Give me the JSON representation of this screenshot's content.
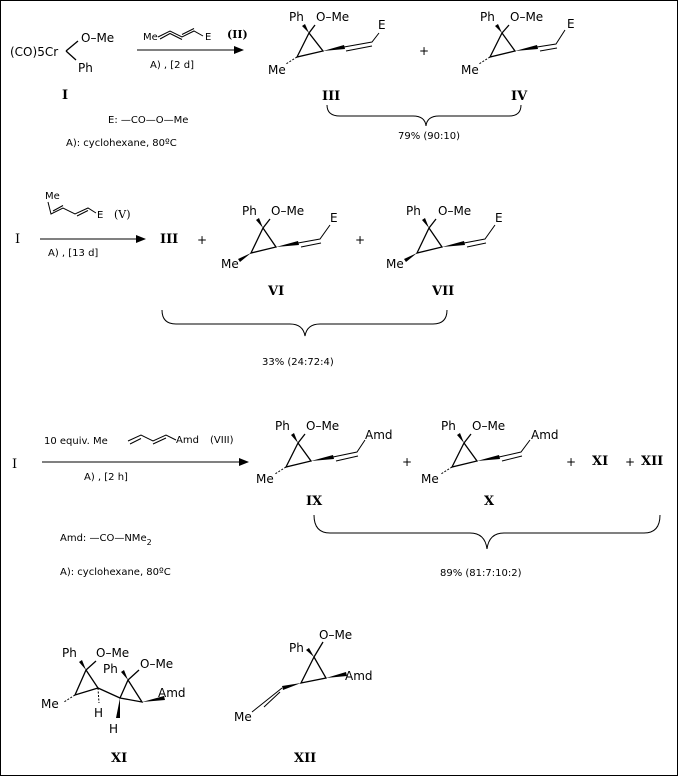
{
  "scheme1": {
    "reactant_ligand": "(CO)5Cr",
    "reactant_ome": "O–Me",
    "reactant_ph": "Ph",
    "reactant_label": "I",
    "diene_me": "Me",
    "diene_e": "E",
    "diene_label": "(II)",
    "arrow_conditions": "A)    , [2 d]",
    "product_a_label": "III",
    "product_b_label": "IV",
    "plus": "+",
    "definition_e": "E:  —CO—O—Me",
    "conditions": "A):  cyclohexane, 80ºC",
    "yield": "79% (90:10)"
  },
  "scheme2": {
    "reactant_label": "I",
    "diene_me": "Me",
    "diene_e": "E",
    "diene_label": "(V)",
    "arrow_conditions": "A)    , [13 d]",
    "product_first": "III",
    "product_a_label": "VI",
    "product_b_label": "VII",
    "plus": "+",
    "yield": "33% (24:72:4)"
  },
  "scheme3": {
    "reactant_label": "I",
    "reagent_prefix": "10 equiv. Me",
    "diene_amd": "Amd",
    "diene_label": "(VIII)",
    "arrow_conditions": "A)    , [2 h]",
    "product_a_label": "IX",
    "product_b_label": "X",
    "product_c": "XI",
    "product_d": "XII",
    "plus": "+",
    "definition_amd": "Amd:  —CO—NMe",
    "definition_amd_sub": "2",
    "conditions": "A):  cyclohexane, 80ºC",
    "yield": "89% (81:7:10:2)"
  },
  "structures": {
    "ph": "Ph",
    "ome": "O–Me",
    "me": "Me",
    "e": "E",
    "amd": "Amd",
    "h": "H",
    "label_xi": "XI",
    "label_xii": "XII"
  }
}
